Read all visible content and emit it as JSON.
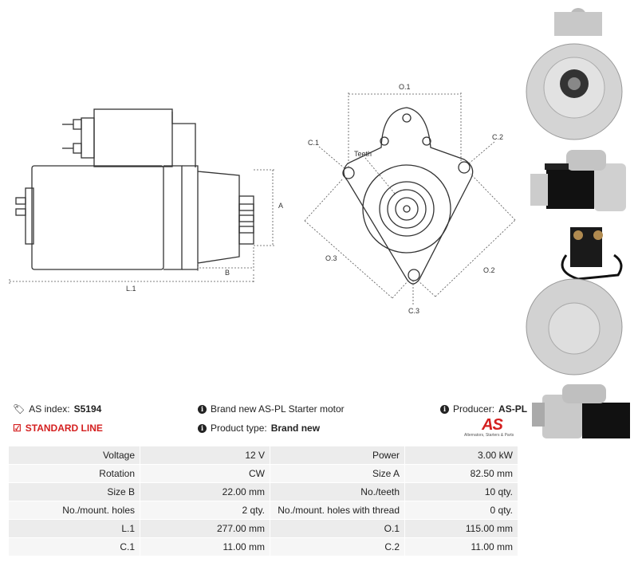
{
  "diagram": {
    "side_labels": {
      "a": "A",
      "b": "B",
      "l1": "L.1"
    },
    "front_labels": {
      "o1": "O.1",
      "o2": "O.2",
      "o3": "O.3",
      "c1": "C.1",
      "c2": "C.2",
      "c3": "C.3",
      "teeth": "Teeth"
    }
  },
  "photos": [
    "starter-front-view",
    "starter-side-view",
    "starter-rear-view",
    "starter-angled-view"
  ],
  "info": {
    "as_index_label": "AS index:",
    "as_index_value": "S5194",
    "standard_line": "STANDARD LINE",
    "description": "Brand new AS-PL Starter motor",
    "product_type_label": "Product type:",
    "product_type_value": "Brand new",
    "producer_label": "Producer:",
    "producer_value": "AS-PL",
    "logo_text": "AS",
    "logo_sub": "Alternators, Starters & Parts"
  },
  "colors": {
    "accent_red": "#d42020",
    "row_dark": "#ececec",
    "row_light": "#f6f6f6"
  },
  "specs": [
    {
      "label1": "Voltage",
      "value1": "12 V",
      "label2": "Power",
      "value2": "3.00 kW"
    },
    {
      "label1": "Rotation",
      "value1": "CW",
      "label2": "Size A",
      "value2": "82.50 mm"
    },
    {
      "label1": "Size B",
      "value1": "22.00 mm",
      "label2": "No./teeth",
      "value2": "10 qty."
    },
    {
      "label1": "No./mount. holes",
      "value1": "2 qty.",
      "label2": "No./mount. holes with thread",
      "value2": "0 qty."
    },
    {
      "label1": "L.1",
      "value1": "277.00 mm",
      "label2": "O.1",
      "value2": "115.00 mm"
    },
    {
      "label1": "C.1",
      "value1": "11.00 mm",
      "label2": "C.2",
      "value2": "11.00 mm"
    }
  ]
}
